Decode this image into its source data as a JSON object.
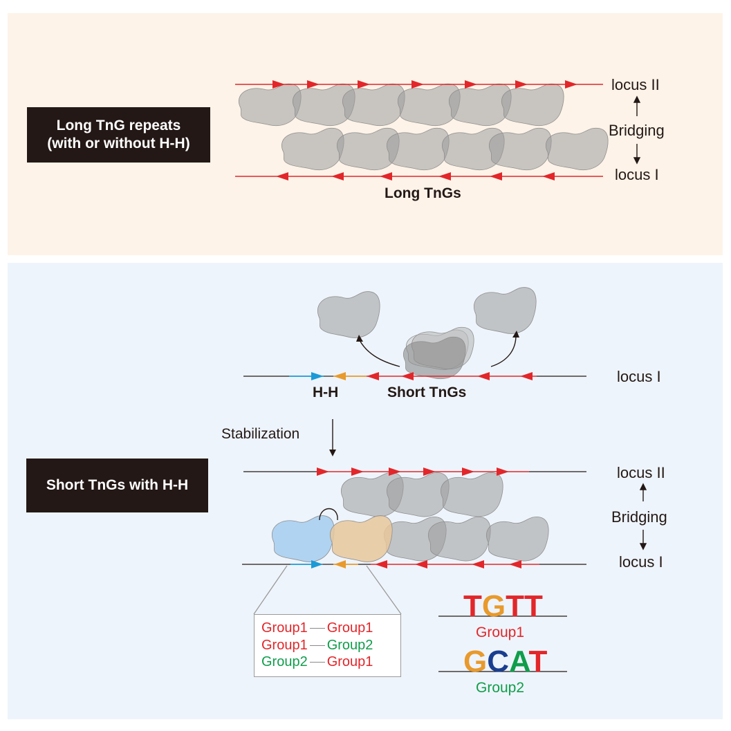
{
  "top_panel": {
    "label_line1": "Long TnG repeats",
    "label_line2": "(with or without H-H)",
    "locus_top": "locus II",
    "locus_bottom": "locus I",
    "bridging": "Bridging",
    "center_label": "Long TnGs"
  },
  "bottom_panel": {
    "locus_upper_diagram": "locus I",
    "hh_label": "H-H",
    "short_tngs": "Short TnGs",
    "stabilization": "Stabilization",
    "label": "Short TnGs with H-H",
    "locus_top": "locus II",
    "bridging": "Bridging",
    "locus_bottom": "locus I",
    "pairs": [
      {
        "left": "Group1",
        "right": "Group1"
      },
      {
        "left": "Group1",
        "right": "Group2"
      },
      {
        "left": "Group2",
        "right": "Group1"
      }
    ],
    "motif1_caption": "Group1",
    "motif2_caption": "Group2"
  },
  "colors": {
    "red": "#e2262a",
    "green": "#109d4b",
    "orange": "#e89a2c",
    "blue": "#1b9ad6",
    "navy": "#1a3e8f",
    "gray_blob": "#a7a7a7",
    "blue_blob": "#a9cff0",
    "orange_blob": "#e8c79b"
  },
  "motifs": {
    "motif1_letters": [
      "T",
      "G",
      "T",
      "T"
    ],
    "motif2_letters": [
      "G",
      "C",
      "A",
      "T"
    ]
  }
}
